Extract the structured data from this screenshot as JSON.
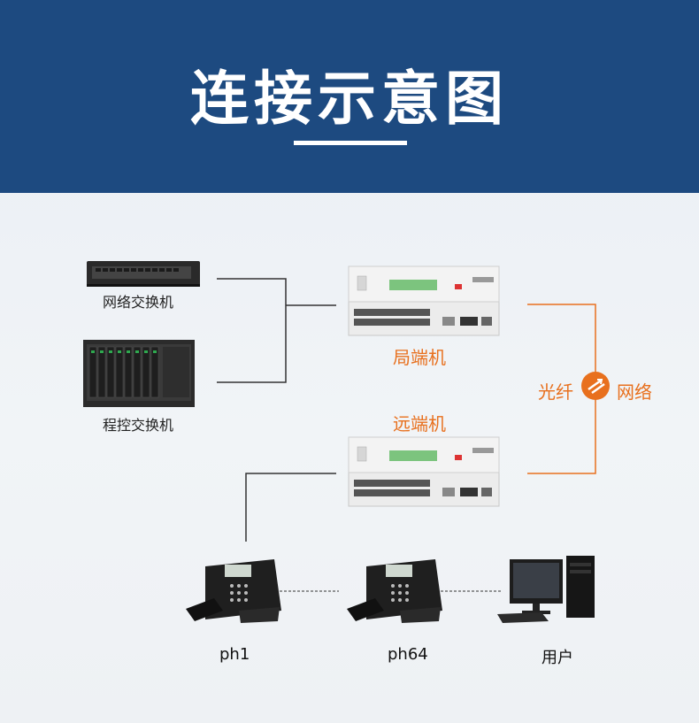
{
  "header": {
    "title": "连接示意图"
  },
  "devices": {
    "network_switch": "网络交换机",
    "pbx_switch": "程控交换机",
    "local_unit": "局端机",
    "remote_unit": "远端机"
  },
  "link": {
    "left": "光纤",
    "right": "网络"
  },
  "endpoints": {
    "phone1": "ph1",
    "phone64": "ph64",
    "user": "用户"
  },
  "colors": {
    "header_bg": "#1d4a80",
    "accent_orange": "#e8701e",
    "line": "#333333"
  }
}
